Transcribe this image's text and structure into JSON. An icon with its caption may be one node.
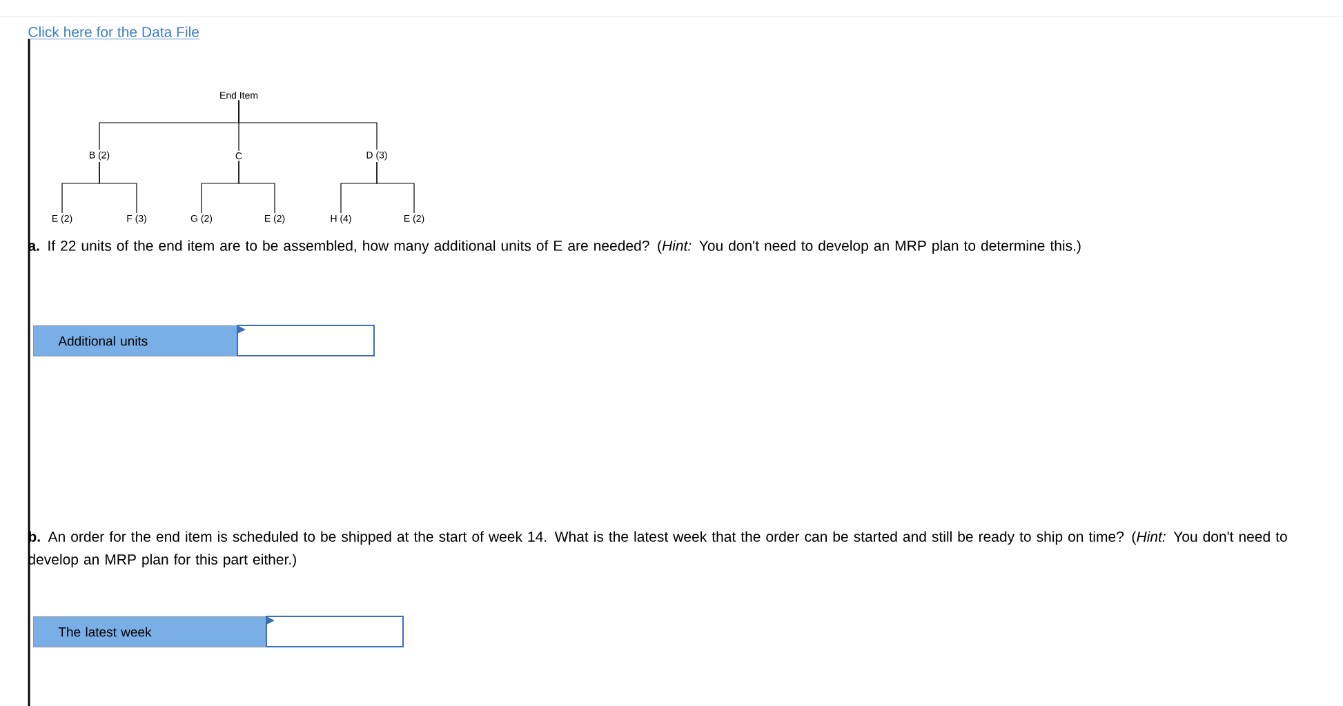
{
  "diagram": {
    "nodes": [
      {
        "text": [
          "End Item"
        ]
      },
      {
        "text": [
          "B (2)"
        ]
      },
      {
        "text": [
          "C"
        ]
      },
      {
        "text": [
          "D (3)"
        ]
      },
      {
        "text": [
          "E (2)"
        ]
      },
      {
        "text": [
          "F (3)"
        ]
      },
      {
        "text": [
          "G (2)"
        ]
      },
      {
        "text": [
          "E (2)"
        ]
      },
      {
        "text": [
          "H (4)"
        ]
      },
      {
        "text": [
          "E (2)"
        ]
      }
    ],
    "edges": [
      {
        "from": 0,
        "to": 1,
        "arrow": "none"
      },
      {
        "from": 0,
        "to": 2,
        "arrow": "none"
      },
      {
        "from": 0,
        "to": 3,
        "arrow": "none"
      },
      {
        "from": 1,
        "to": 4,
        "arrow": "none"
      },
      {
        "from": 1,
        "to": 5,
        "arrow": "none"
      },
      {
        "from": 2,
        "to": 6,
        "arrow": "none"
      },
      {
        "from": 2,
        "to": 7,
        "arrow": "none"
      },
      {
        "from": 3,
        "to": 8,
        "arrow": "none"
      },
      {
        "from": 3,
        "to": 9,
        "arrow": "none"
      }
    ],
    "labels": [
      "Click here for the Data File",
      "**a.** If 22 units of the end item are to be assembled, how many additional units of E are needed? (*Hint:* You don't need to develop an MRP plan to determine this.)",
      "Additional units",
      "**b.** An order for the end item is scheduled to be shipped at the start of week 14. What is the latest week that the order can be started and still be ready to ship on time? (*Hint:* You don't need to develop an MRP plan for this part either.)",
      "The latest week"
    ]
  }
}
